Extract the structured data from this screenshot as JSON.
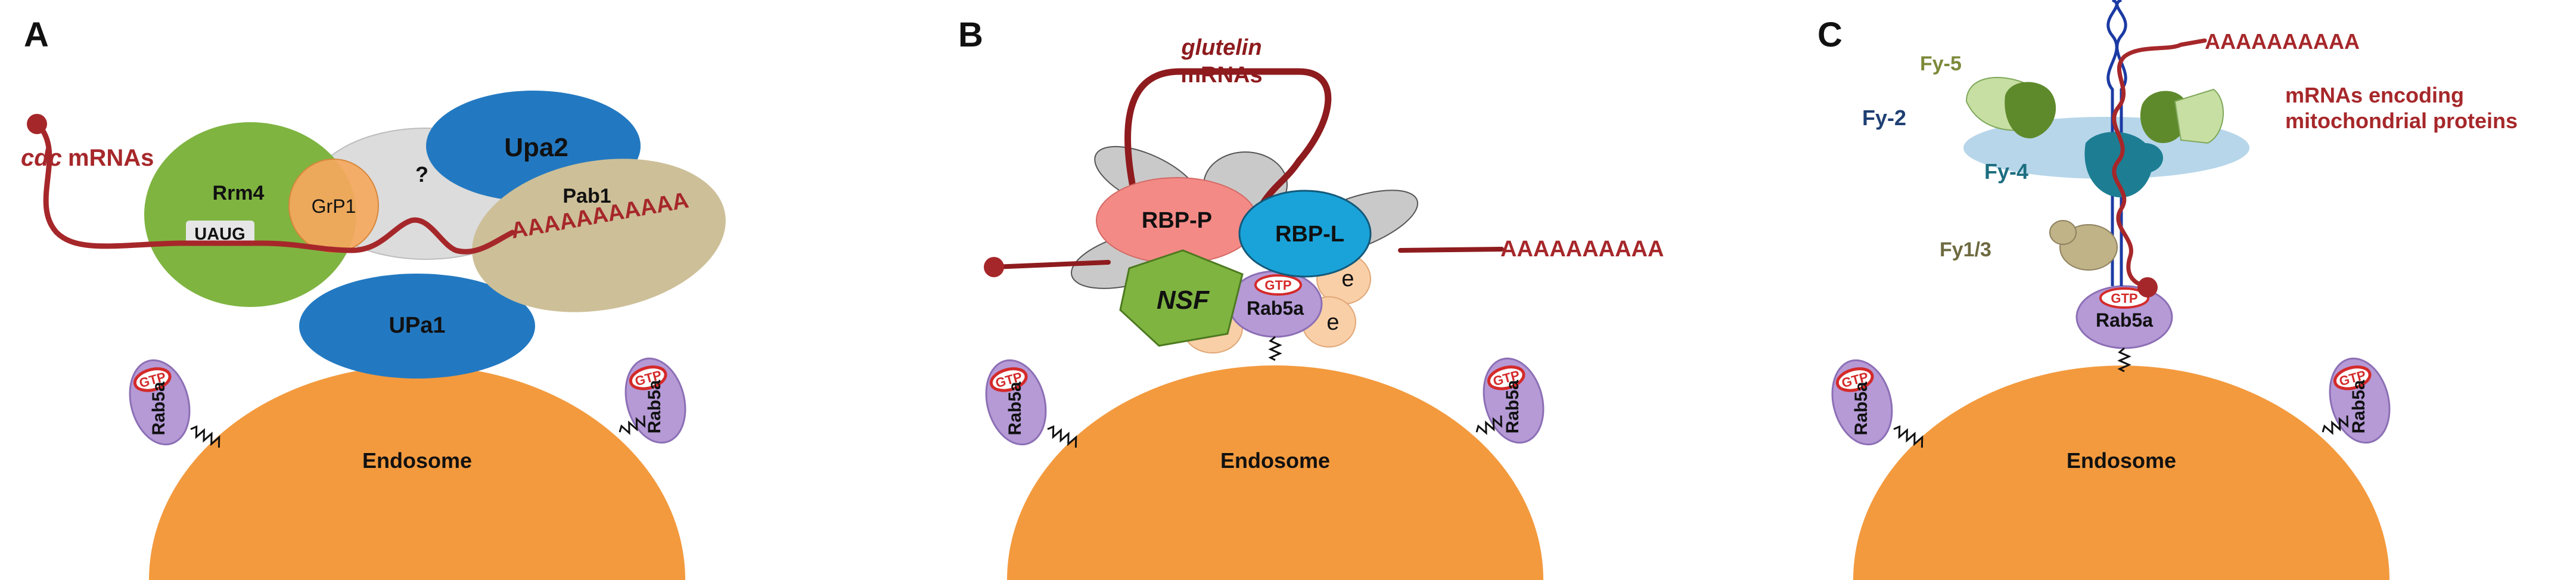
{
  "colors": {
    "endosome": "#f39a3e",
    "rab5a": "#b59ad6",
    "mrna": "#a6272a",
    "upa": "#2379c1",
    "rrm4": "#7fb441",
    "grp1": "#f5a85e",
    "pab1": "#cdbf98",
    "question_protein": "#dcdcdc",
    "rbp_p": "#f48a86",
    "rbp_l": "#1aa3d9",
    "nsf": "#7fb441",
    "e_protein": "#f9cfa7",
    "fy_green_dark": "#5f8a2c",
    "fy_green_light": "#c7dfa3",
    "fy_teal": "#1d7e93",
    "fy_membrane": "#b7d6ea",
    "fy13": "#c0b387",
    "gtp": "#d42a2a"
  },
  "panels": {
    "a": {
      "letter": "A",
      "cdc_italic": "cdc",
      "mrnas": "mRNAs",
      "rrm4": "Rrm4",
      "uaug": "UAUG",
      "grp1": "GrP1",
      "question": "?",
      "upa2": "Upa2",
      "pab1": "Pab1",
      "polya": "AAAAAAAAAAA",
      "upa1": "UPa1",
      "endosome": "Endosome",
      "rab5a": "Rab5a",
      "gtp": "GTP"
    },
    "b": {
      "letter": "B",
      "glutelin_italic": "glutelin",
      "mrnas": "mRNAs",
      "rbp_p": "RBP-P",
      "rbp_l": "RBP-L",
      "nsf": "NSF",
      "polya": "AAAAAAAAAA",
      "gtp": "GTP",
      "rab5a": "Rab5a",
      "e": "e",
      "endosome": "Endosome"
    },
    "c": {
      "letter": "C",
      "fy5": "Fy-5",
      "fy2": "Fy-2",
      "fy4": "Fy-4",
      "fy13": "Fy1/3",
      "polya": "AAAAAAAAAA",
      "mrna_line1": "mRNAs encoding",
      "mrna_line2": "mitochondrial proteins",
      "gtp": "GTP",
      "rab5a": "Rab5a",
      "endosome": "Endosome"
    }
  }
}
